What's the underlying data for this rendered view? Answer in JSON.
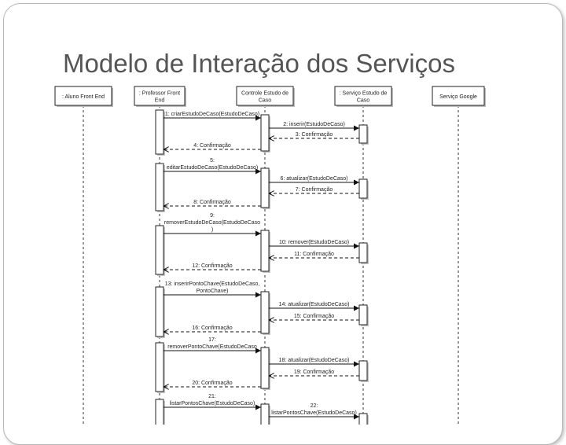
{
  "slide": {
    "title": "Modelo de Interação dos Serviços"
  },
  "participants": [
    {
      "id": "aluno",
      "label": [
        ": Aluno Front End"
      ]
    },
    {
      "id": "prof",
      "label": [
        ": Professor Front",
        "End"
      ]
    },
    {
      "id": "ctrl",
      "label": [
        "Controle Estudo de",
        "Caso"
      ]
    },
    {
      "id": "serv",
      "label": [
        ": Serviço Estudo de",
        "Caso"
      ]
    },
    {
      "id": "google",
      "label": [
        "Serviço Google"
      ]
    }
  ],
  "messages": [
    {
      "from": "prof",
      "to": "ctrl",
      "label": [
        "1: criarEstudoDeCaso(EstudoDeCaso)"
      ]
    },
    {
      "from": "ctrl",
      "to": "serv",
      "label": [
        "2: inserir(EstudoDeCaso)"
      ]
    },
    {
      "from": "serv",
      "to": "ctrl",
      "label": [
        "3: Confirmação"
      ],
      "reply": true
    },
    {
      "from": "ctrl",
      "to": "prof",
      "label": [
        "4: Confirmação"
      ],
      "reply": true
    },
    {
      "from": "prof",
      "to": "ctrl",
      "label": [
        "5:",
        "editarEstudoDeCaso(EstudoDeCaso)"
      ]
    },
    {
      "from": "ctrl",
      "to": "serv",
      "label": [
        "6: atualizar(EstudoDeCaso)"
      ]
    },
    {
      "from": "serv",
      "to": "ctrl",
      "label": [
        "7: Confirmação"
      ],
      "reply": true
    },
    {
      "from": "ctrl",
      "to": "prof",
      "label": [
        "8: Confirmação"
      ],
      "reply": true
    },
    {
      "from": "prof",
      "to": "ctrl",
      "label": [
        "9:",
        "removerEstudoDeCaso(EstudoDeCaso",
        ")"
      ]
    },
    {
      "from": "ctrl",
      "to": "serv",
      "label": [
        "10: remover(EstudoDeCaso)"
      ]
    },
    {
      "from": "serv",
      "to": "ctrl",
      "label": [
        "11: Confirmação"
      ],
      "reply": true
    },
    {
      "from": "ctrl",
      "to": "prof",
      "label": [
        "12: Confirmação"
      ],
      "reply": true
    },
    {
      "from": "prof",
      "to": "ctrl",
      "label": [
        "13: inserirPontoChave(EstudoDeCaso,",
        "PontoChave)"
      ]
    },
    {
      "from": "ctrl",
      "to": "serv",
      "label": [
        "14: atualizar(EstudoDeCaso)"
      ]
    },
    {
      "from": "serv",
      "to": "ctrl",
      "label": [
        "15: Confirmação"
      ],
      "reply": true
    },
    {
      "from": "ctrl",
      "to": "prof",
      "label": [
        "16: Confirmação"
      ],
      "reply": true
    },
    {
      "from": "prof",
      "to": "ctrl",
      "label": [
        "17:",
        "removerPontoChave(EstudoDeCaso"
      ]
    },
    {
      "from": "ctrl",
      "to": "serv",
      "label": [
        "18: atualizar(EstudoDeCaso)"
      ]
    },
    {
      "from": "serv",
      "to": "ctrl",
      "label": [
        "19: Confirmação"
      ],
      "reply": true
    },
    {
      "from": "ctrl",
      "to": "prof",
      "label": [
        "20: Confirmação"
      ],
      "reply": true
    },
    {
      "from": "prof",
      "to": "ctrl",
      "label": [
        "21:",
        "listarPontosChave(EstudoDeCaso)"
      ]
    },
    {
      "from": "ctrl",
      "to": "serv",
      "label": [
        "22:",
        "listarPontosChave(EstudoDeCaso)"
      ]
    }
  ]
}
